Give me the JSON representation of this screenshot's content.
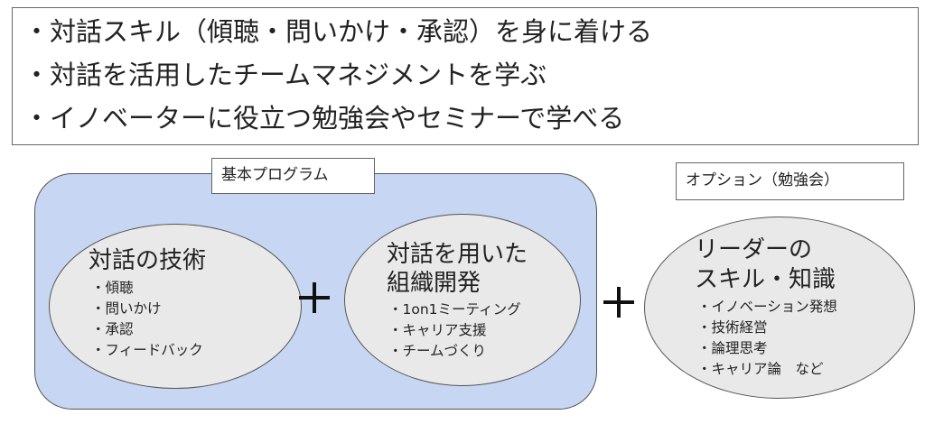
{
  "goals": [
    "・対話スキル（傾聴・問いかけ・承認）を身に着ける",
    "・対話を活用したチームマネジメントを学ぶ",
    "・イノベーターに役立つ勉強会やセミナーで学べる"
  ],
  "basic_program": {
    "label": "基本プログラム",
    "circle1": {
      "title": "対話の技術",
      "items": [
        "・傾聴",
        "・問いかけ",
        "・承認",
        "・フィードバック"
      ]
    },
    "circle2": {
      "title_line1": "対話を用いた",
      "title_line2": "組織開発",
      "items": [
        "・1on1ミーティング",
        "・キャリア支援",
        "・チームづくり"
      ]
    }
  },
  "option": {
    "label": "オプション（勉強会）",
    "circle3": {
      "title_line1": "リーダーの",
      "title_line2": "スキル・知識",
      "items": [
        "・イノベーション発想",
        "・技術経営",
        "・論理思考",
        "・キャリア論　など"
      ]
    }
  },
  "colors": {
    "panel_fill": "#c7d6f3",
    "circle_fill": "#e9e9e9",
    "border": "#555555"
  }
}
